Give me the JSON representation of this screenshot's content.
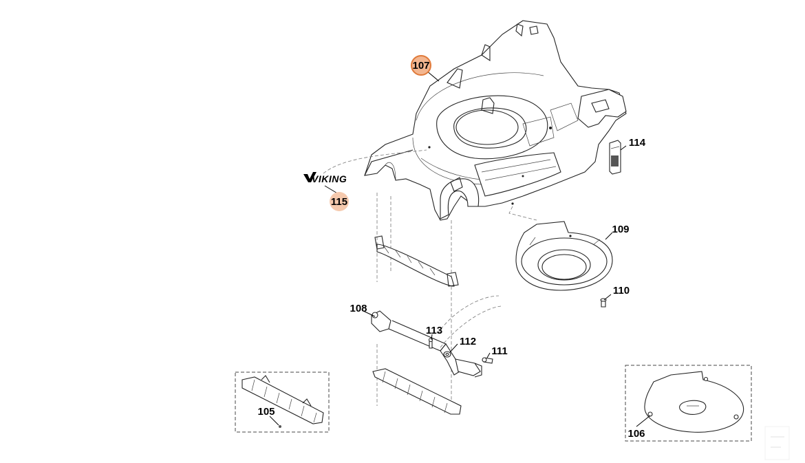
{
  "logo": {
    "text": "VIKING"
  },
  "callouts": [
    {
      "id": "107",
      "label": "107",
      "highlight": "ring"
    },
    {
      "id": "114",
      "label": "114"
    },
    {
      "id": "115",
      "label": "115",
      "highlight": "fill"
    },
    {
      "id": "109",
      "label": "109"
    },
    {
      "id": "110",
      "label": "110"
    },
    {
      "id": "108",
      "label": "108"
    },
    {
      "id": "113",
      "label": "113"
    },
    {
      "id": "112",
      "label": "112"
    },
    {
      "id": "111",
      "label": "111"
    },
    {
      "id": "105",
      "label": "105"
    },
    {
      "id": "106",
      "label": "106"
    }
  ],
  "colors": {
    "highlight_ring": "#e07a3a",
    "highlight_fill": "#f3b690",
    "line": "#222222"
  }
}
